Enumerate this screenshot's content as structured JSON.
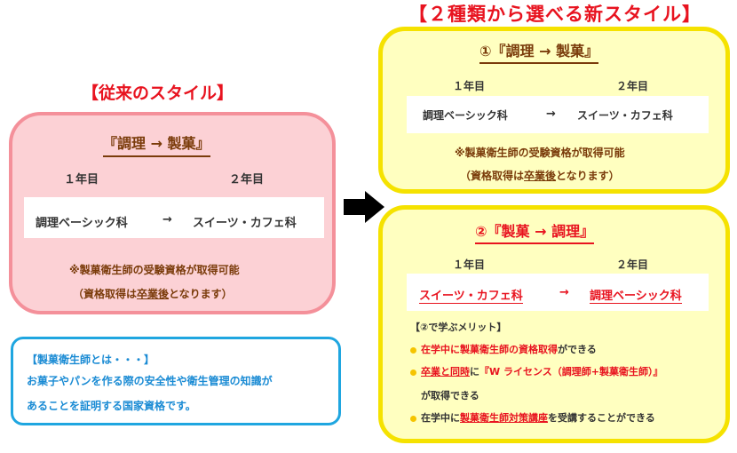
{
  "old": {
    "title": "【従来のスタイル】",
    "heading": "『調理 → 製菓』",
    "year1": "１年目",
    "year2": "２年目",
    "course1": "調理ベーシック科",
    "arrow": "→",
    "course2": "スイーツ・カフェ科",
    "note1": "※製菓衛生師の受験資格が取得可能",
    "note2_pre": "（資格取得は",
    "note2_u": "卒業後",
    "note2_post": "となります）"
  },
  "info": {
    "title": "【製菓衛生師とは・・・】",
    "line1": "お菓子やパンを作る際の安全性や衛生管理の知識が",
    "line2": "あることを証明する国家資格です。"
  },
  "new": {
    "title": "【２種類から選べる新スタイル】",
    "style1": {
      "heading": "①『調理 → 製菓』",
      "year1": "１年目",
      "year2": "２年目",
      "course1": "調理ベーシック科",
      "arrow": "→",
      "course2": "スイーツ・カフェ科",
      "note1": "※製菓衛生師の受験資格が取得可能",
      "note2_pre": "（資格取得は",
      "note2_u": "卒業後",
      "note2_post": "となります）"
    },
    "style2": {
      "heading": "②『製菓 → 調理』",
      "year1": "１年目",
      "year2": "２年目",
      "course1": "スイーツ・カフェ科",
      "arrow": "→",
      "course2": "調理ベーシック科",
      "merit_title": "【②で学ぶメリット】",
      "merits": {
        "m1_red": "在学中に製菓衛生師の資格取得",
        "m1_rest": "ができる",
        "m2_red1": "卒業と同時",
        "m2_mid": "に",
        "m2_red2": "『W ライセンス（調理師+製菓衛生師）』",
        "m2_cont": "が取得できる",
        "m3_pre": "在学中に",
        "m3_red": "製菓衛生師対策講座",
        "m3_post": "を受講することができる"
      }
    }
  },
  "colors": {
    "red": "#e8131f",
    "brown": "#7a3b0a",
    "pink_fill": "#fcd1d5",
    "pink_border": "#f4909a",
    "yellow_fill": "#ffffc0",
    "yellow_border": "#f5e200",
    "blue": "#1a8bd4"
  },
  "icons": {
    "transition": "right-arrow-icon",
    "bullet": "yellow-dot-icon"
  }
}
